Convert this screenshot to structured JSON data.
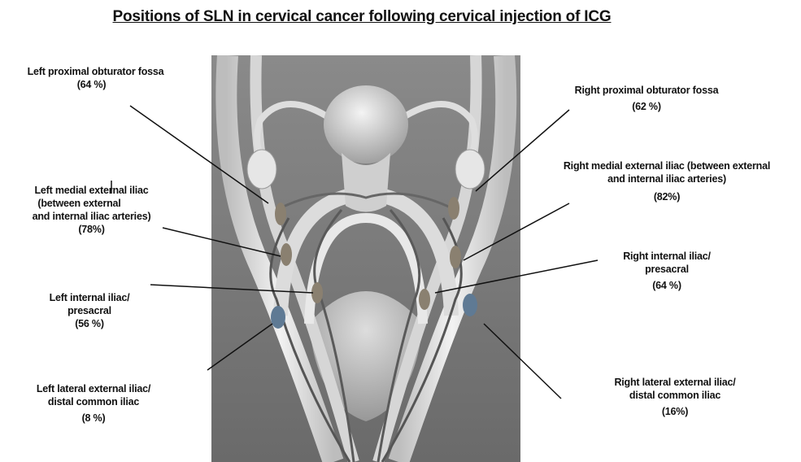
{
  "title": "Positions of SLN in cervical cancer following cervical injection of ICG",
  "labels": {
    "left_proximal_obturator": {
      "name": "Left proximal obturator fossa",
      "pct": "(64 %)"
    },
    "left_medial_external_iliac": {
      "line1": "Left medial external iliac",
      "line2": "(between external",
      "line3": "and internal iliac arteries)",
      "pct": "(78%)"
    },
    "left_internal_iliac": {
      "line1": "Left internal iliac/",
      "line2": "presacral",
      "pct": "(56 %)"
    },
    "left_lateral_external_iliac": {
      "line1": "Left lateral external iliac/",
      "line2": "distal common iliac",
      "pct": "(8 %)"
    },
    "right_proximal_obturator": {
      "name": "Right proximal obturator fossa",
      "pct": "(62 %)"
    },
    "right_medial_external_iliac": {
      "line1": "Right medial external iliac (between external",
      "line2": "and internal iliac arteries)",
      "pct": "(82%)"
    },
    "right_internal_iliac": {
      "line1": "Right internal iliac/",
      "line2": "presacral",
      "pct": "(64 %)"
    },
    "right_lateral_external_iliac": {
      "line1": "Right lateral external iliac/",
      "line2": "distal common iliac",
      "pct": "(16%)"
    }
  },
  "colors": {
    "background_panel": "#7c7c7c",
    "vessel": "#e6e6e6",
    "node": "#8a8070",
    "highlight_node": "#5f7a94"
  }
}
